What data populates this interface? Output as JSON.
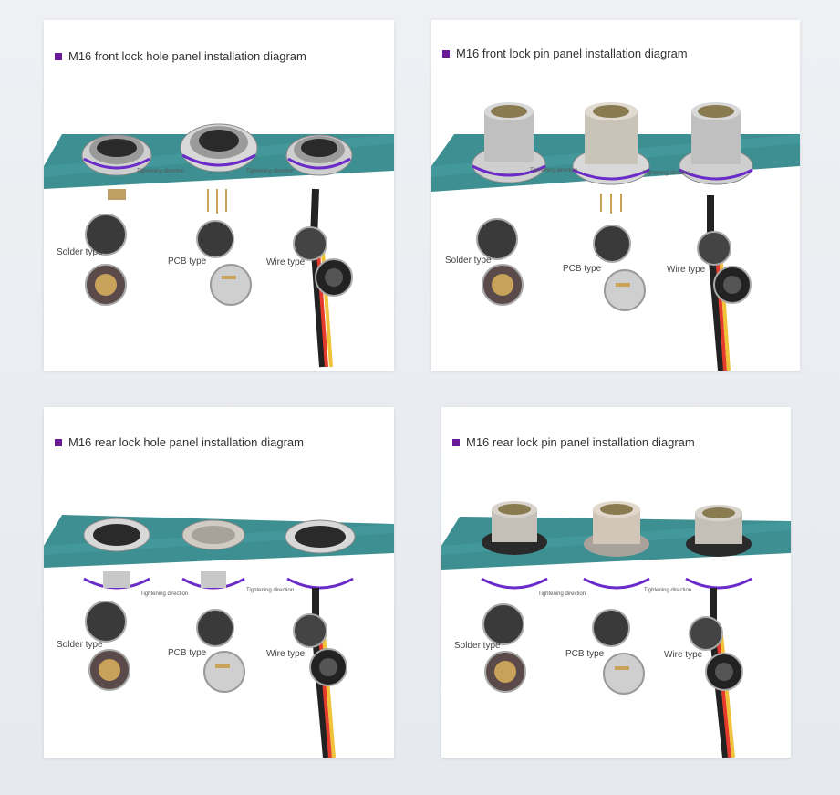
{
  "panels": [
    {
      "title": "M16 front lock hole panel installation diagram",
      "direction_label": "Tightening direction",
      "types": [
        "Solder type",
        "PCB type",
        "Wire type"
      ]
    },
    {
      "title": "M16 front lock pin panel installation diagram",
      "direction_label": "Tightening direction",
      "types": [
        "Solder type",
        "PCB type",
        "Wire type"
      ]
    },
    {
      "title": "M16 rear lock hole panel installation diagram",
      "direction_label": "Tightening direction",
      "types": [
        "Solder type",
        "PCB type",
        "Wire type"
      ]
    },
    {
      "title": "M16 rear lock pin panel installation diagram",
      "direction_label": "Tightening direction",
      "types": [
        "Solder type",
        "PCB type",
        "Wire type"
      ]
    }
  ],
  "colors": {
    "panel": "#3d8f91",
    "panel_dark": "#2c6f71",
    "bullet": "#6a1b9a",
    "arrow": "#6a2bc9",
    "wire_red": "#e53b2c",
    "wire_yellow": "#f0c23a"
  }
}
